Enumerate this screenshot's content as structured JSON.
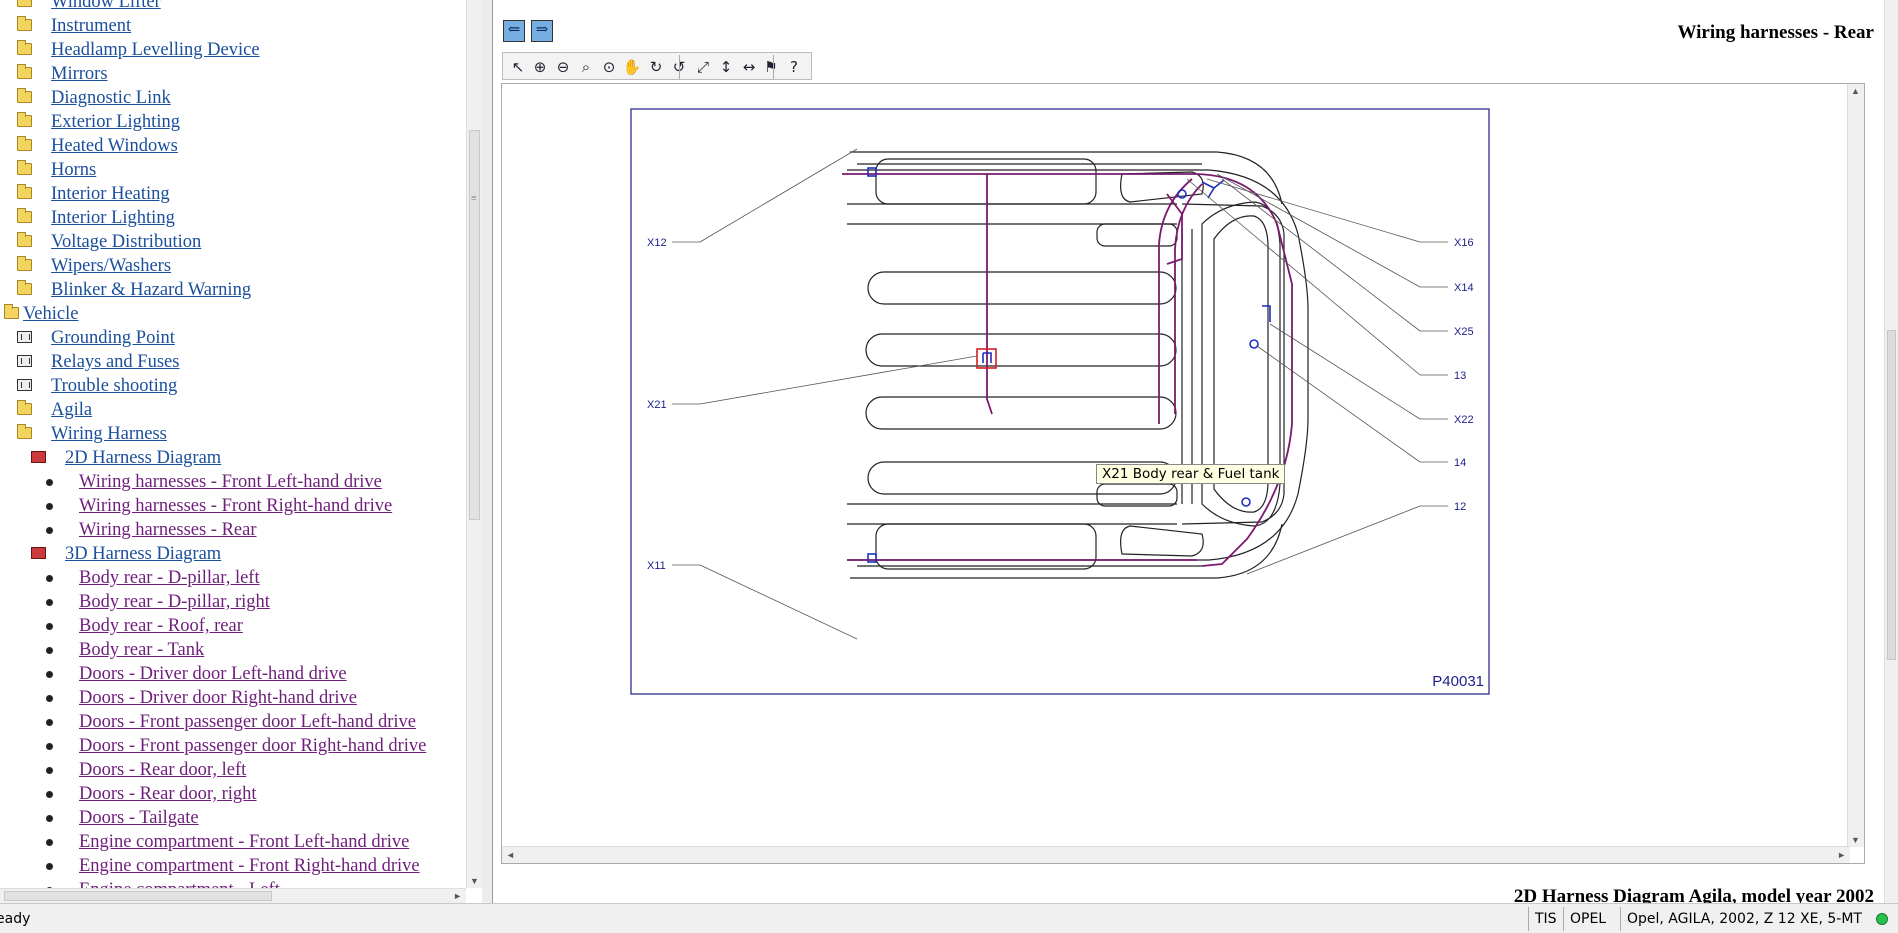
{
  "nav_tree": [
    {
      "label": "Window Lifter",
      "icon": "folder-icon",
      "level": 1
    },
    {
      "label": "Instrument",
      "icon": "folder-icon",
      "level": 1
    },
    {
      "label": "Headlamp Levelling Device",
      "icon": "folder-icon",
      "level": 1
    },
    {
      "label": "Mirrors",
      "icon": "folder-icon",
      "level": 1
    },
    {
      "label": "Diagnostic Link",
      "icon": "folder-icon",
      "level": 1
    },
    {
      "label": "Exterior Lighting",
      "icon": "folder-icon",
      "level": 1
    },
    {
      "label": "Heated Windows",
      "icon": "folder-icon",
      "level": 1
    },
    {
      "label": "Horns",
      "icon": "folder-icon",
      "level": 1
    },
    {
      "label": "Interior Heating",
      "icon": "folder-icon",
      "level": 1
    },
    {
      "label": "Interior Lighting",
      "icon": "folder-icon",
      "level": 1
    },
    {
      "label": "Voltage Distribution",
      "icon": "folder-icon",
      "level": 1
    },
    {
      "label": "Wipers/Washers",
      "icon": "folder-icon",
      "level": 1
    },
    {
      "label": "Blinker & Hazard Warning",
      "icon": "folder-icon",
      "level": 1
    },
    {
      "label": "Vehicle",
      "icon": "open-folder-icon",
      "level": 0
    },
    {
      "label": "Grounding Point",
      "icon": "book-icon",
      "level": 1
    },
    {
      "label": "Relays and Fuses",
      "icon": "book-icon",
      "level": 1
    },
    {
      "label": "Trouble shooting",
      "icon": "book-icon",
      "level": 1
    },
    {
      "label": "Agila",
      "icon": "folder-icon",
      "level": 1
    },
    {
      "label": "Wiring Harness",
      "icon": "open-folder-icon",
      "level": 1
    },
    {
      "label": "2D Harness Diagram",
      "icon": "red-book-icon",
      "level": 2
    },
    {
      "label": "Wiring harnesses - Front Left-hand drive",
      "icon": "bullet-icon",
      "level": 3
    },
    {
      "label": "Wiring harnesses - Front Right-hand drive",
      "icon": "bullet-icon",
      "level": 3
    },
    {
      "label": "Wiring harnesses - Rear",
      "icon": "bullet-icon",
      "level": 3
    },
    {
      "label": "3D Harness Diagram",
      "icon": "red-book-icon",
      "level": 2
    },
    {
      "label": "Body rear - D-pillar, left",
      "icon": "bullet-icon",
      "level": 3
    },
    {
      "label": "Body rear - D-pillar, right",
      "icon": "bullet-icon",
      "level": 3
    },
    {
      "label": "Body rear - Roof, rear",
      "icon": "bullet-icon",
      "level": 3
    },
    {
      "label": "Body rear - Tank",
      "icon": "bullet-icon",
      "level": 3
    },
    {
      "label": "Doors - Driver door Left-hand drive",
      "icon": "bullet-icon",
      "level": 3
    },
    {
      "label": "Doors - Driver door Right-hand drive",
      "icon": "bullet-icon",
      "level": 3
    },
    {
      "label": "Doors - Front passenger door Left-hand drive",
      "icon": "bullet-icon",
      "level": 3
    },
    {
      "label": "Doors - Front passenger door Right-hand drive",
      "icon": "bullet-icon",
      "level": 3
    },
    {
      "label": "Doors - Rear door, left",
      "icon": "bullet-icon",
      "level": 3
    },
    {
      "label": "Doors - Rear door, right",
      "icon": "bullet-icon",
      "level": 3
    },
    {
      "label": "Doors - Tailgate",
      "icon": "bullet-icon",
      "level": 3
    },
    {
      "label": "Engine compartment - Front Left-hand drive",
      "icon": "bullet-icon",
      "level": 3
    },
    {
      "label": "Engine compartment - Front Right-hand drive",
      "icon": "bullet-icon",
      "level": 3
    },
    {
      "label": "Engine compartment - Left",
      "icon": "bullet-icon",
      "level": 3
    }
  ],
  "header": {
    "title": "Wiring harnesses - Rear"
  },
  "toolbar": {
    "nav": [
      {
        "name": "back-button",
        "glyph": "⇐"
      },
      {
        "name": "forward-button",
        "glyph": "⇒"
      }
    ],
    "tools": [
      {
        "name": "select-pointer-icon",
        "glyph": "↖"
      },
      {
        "name": "zoom-in-icon",
        "glyph": "⊕"
      },
      {
        "name": "zoom-out-icon",
        "glyph": "⊖"
      },
      {
        "name": "zoom-icon",
        "glyph": "⌕"
      },
      {
        "name": "zoom-window-icon",
        "glyph": "⊙"
      },
      {
        "name": "pan-hand-icon",
        "glyph": "✋"
      },
      {
        "name": "rotate-icon",
        "glyph": "↻"
      },
      {
        "name": "rotate-back-icon",
        "glyph": "↺"
      },
      {
        "name": "fit-window-icon",
        "glyph": "⤢"
      },
      {
        "name": "fit-height-icon",
        "glyph": "↕"
      },
      {
        "name": "fit-width-icon",
        "glyph": "↔"
      },
      {
        "name": "layers-icon",
        "glyph": "⚑"
      },
      {
        "name": "help-icon",
        "glyph": "?"
      }
    ]
  },
  "diagram": {
    "image_id": "P40031",
    "labels": [
      "X12",
      "X21",
      "X11",
      "X16",
      "X14",
      "X25",
      "13",
      "X22",
      "14",
      "12"
    ],
    "colors": {
      "harness": "#7a1a6e",
      "connector": "#1f2fbf",
      "highlight": "#d42020",
      "frame": "#1d1d8c",
      "outline": "#222222"
    }
  },
  "tooltip": {
    "text": "X21 Body rear & Fuel tank"
  },
  "footer": {
    "subtitle": "2D Harness Diagram Agila, model year 2002"
  },
  "status": {
    "text": "eady",
    "cells": [
      "TIS",
      "OPEL",
      "Opel, AGILA, 2002, Z 12 XE, 5-MT"
    ],
    "led_color": "#27c24c"
  }
}
